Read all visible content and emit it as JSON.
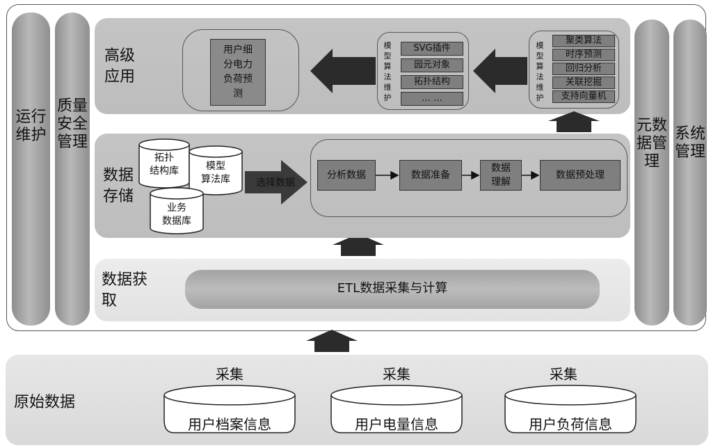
{
  "left_bars": {
    "ops": "运行\n维护",
    "quality": "质量\n安全\n管理"
  },
  "right_bars": {
    "metadata": "元数\n据管\n理",
    "system": "系统\n管理"
  },
  "layers": {
    "advanced": "高级\n应用",
    "storage": "数据\n存储",
    "acquire": "数据获\n取",
    "raw": "原始数据"
  },
  "advanced": {
    "result": "用户细\n分电力\n负荷预\n测",
    "middle_label": "模\n型\n算\n法\n维\n护",
    "middle_items": [
      "SVG插件",
      "园元对象",
      "拓扑结构",
      "… …"
    ],
    "right_label": "模\n型\n算\n法\n维\n护",
    "right_items": [
      "聚类算法",
      "时序预测",
      "回归分析",
      "关联挖掘",
      "支持向量机"
    ]
  },
  "storage": {
    "db_topology": "拓扑\n结构库",
    "db_model": "模型\n算法库",
    "db_business": "业务\n数据库",
    "select_arrow": "选择数据",
    "steps": [
      "分析数据",
      "数据准备",
      "数据\n理解",
      "数据预处理"
    ]
  },
  "acquire": {
    "etl": "ETL数据采集与计算"
  },
  "raw": {
    "sources": [
      {
        "verb": "采集",
        "label": "用户档案信息"
      },
      {
        "verb": "采集",
        "label": "用户电量信息"
      },
      {
        "verb": "采集",
        "label": "用户负荷信息"
      }
    ]
  },
  "colors": {
    "bar": "#a8a8a8",
    "panel": "#c2c2c2",
    "panel_light": "#e8e8e8",
    "box_dark": "#808080",
    "arrow": "#2b2b2b"
  }
}
